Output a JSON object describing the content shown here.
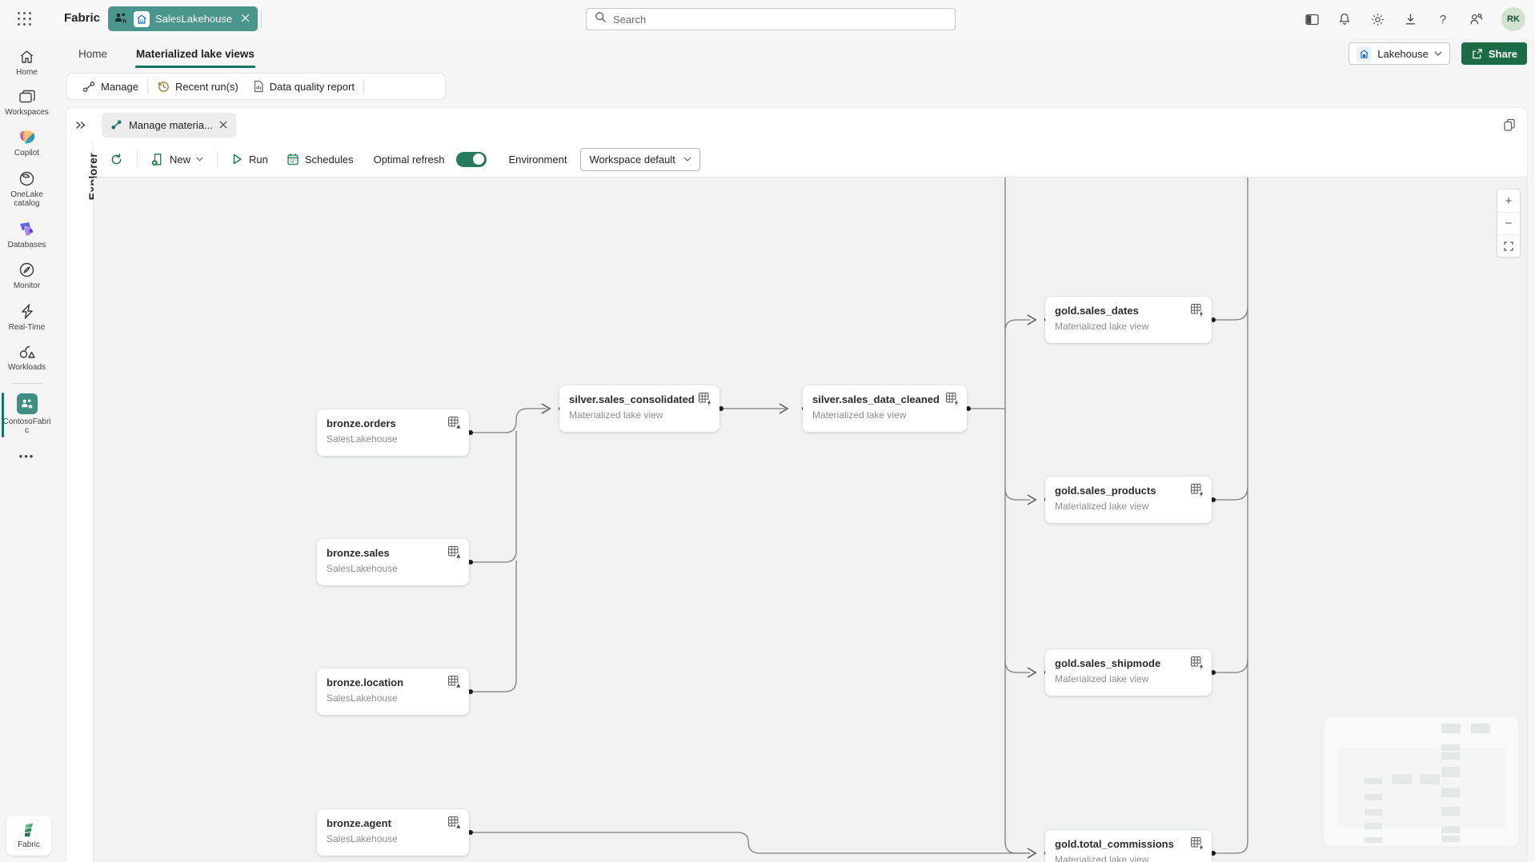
{
  "topbar": {
    "app_name": "Fabric",
    "workspace_tab": "SalesLakehouse",
    "search_placeholder": "Search",
    "avatar": "RK"
  },
  "navbar": {
    "home": "Home",
    "page": "Materialized lake views",
    "item_type": "Lakehouse",
    "share": "Share"
  },
  "ribbon": {
    "manage": "Manage",
    "recent_runs": "Recent run(s)",
    "data_quality": "Data quality report"
  },
  "doc_tab": {
    "label": "Manage materia..."
  },
  "actions": {
    "new": "New",
    "run": "Run",
    "schedules": "Schedules",
    "optimal_refresh": "Optimal refresh",
    "environment": "Environment",
    "environment_value": "Workspace default"
  },
  "explorer": {
    "label": "Explorer"
  },
  "sidebar": {
    "items": [
      {
        "label": "Home"
      },
      {
        "label": "Workspaces"
      },
      {
        "label": "Copilot"
      },
      {
        "label": "OneLake catalog"
      },
      {
        "label": "Databases"
      },
      {
        "label": "Monitor"
      },
      {
        "label": "Real-Time"
      },
      {
        "label": "Workloads"
      },
      {
        "label": "ContosoFabric",
        "active": true
      }
    ],
    "footer": "Fabric"
  },
  "zoom_controls": {
    "zoom_in": "+",
    "zoom_out": "−"
  },
  "canvas": {
    "nodes": [
      {
        "title": "bronze.orders",
        "subtitle": "SalesLakehouse",
        "type": "table"
      },
      {
        "title": "bronze.sales",
        "subtitle": "SalesLakehouse",
        "type": "table"
      },
      {
        "title": "bronze.location",
        "subtitle": "SalesLakehouse",
        "type": "table"
      },
      {
        "title": "bronze.agent",
        "subtitle": "SalesLakehouse",
        "type": "table"
      },
      {
        "title": "silver.sales_consolidated",
        "subtitle": "Materialized lake view",
        "type": "materialized-lake-view"
      },
      {
        "title": "silver.sales_data_cleaned",
        "subtitle": "Materialized lake view",
        "type": "materialized-lake-view"
      },
      {
        "title": "gold.sales_dates",
        "subtitle": "Materialized lake view",
        "type": "materialized-lake-view"
      },
      {
        "title": "gold.sales_products",
        "subtitle": "Materialized lake view",
        "type": "materialized-lake-view"
      },
      {
        "title": "gold.sales_shipmode",
        "subtitle": "Materialized lake view",
        "type": "materialized-lake-view"
      },
      {
        "title": "gold.total_commissions",
        "subtitle": "Materialized lake view",
        "type": "materialized-lake-view"
      }
    ]
  },
  "colors": {
    "accent_teal": "#117865",
    "workspace_tab_teal": "#4a968c",
    "share_green": "#1b6b47",
    "toggle_green": "#24795f",
    "canvas_bg": "#f0f3f1"
  }
}
